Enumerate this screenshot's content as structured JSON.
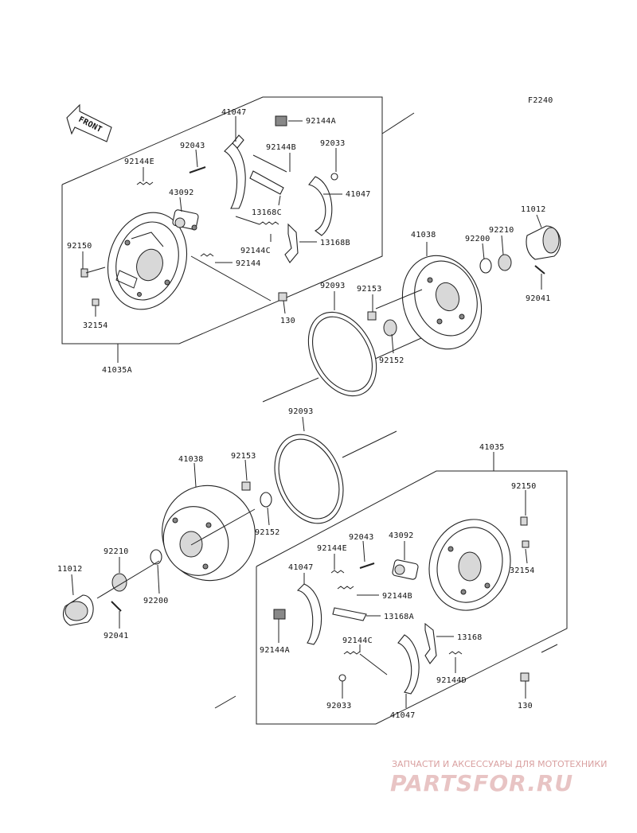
{
  "diagram_code": "F2240",
  "front_label": "FRONT",
  "labels": {
    "l41047a": "41047",
    "l92144a_t": "92144A",
    "l92043_t": "92043",
    "l92144b_t": "92144B",
    "l92033_t": "92033",
    "l92144e_t": "92144E",
    "l43092_t": "43092",
    "l41047b": "41047",
    "l13168c": "13168C",
    "l92144c_t": "92144C",
    "l13168b": "13168B",
    "l92150_t": "92150",
    "l92144_t": "92144",
    "l32154_t": "32154",
    "l130_t": "130",
    "l41035a": "41035A",
    "l41038_t": "41038",
    "l92093_t": "92093",
    "l92153_t": "92153",
    "l92152_t": "92152",
    "l11012_t": "11012",
    "l92200_t": "92200",
    "l92210_t": "92210",
    "l92041_t": "92041",
    "l92093_b": "92093",
    "l41038_b": "41038",
    "l92153_b": "92153",
    "l92152_b": "92152",
    "l41035_b": "41035",
    "l92150_b": "92150",
    "l32154_b": "32154",
    "l92043_b": "92043",
    "l43092_b": "43092",
    "l92144e_b": "92144E",
    "l41047c": "41047",
    "l92144b_b": "92144B",
    "l13168a": "13168A",
    "l92210_b": "92210",
    "l11012_b": "11012",
    "l92200_b": "92200",
    "l92041_b": "92041",
    "l92144a_b": "92144A",
    "l92144c_b": "92144C",
    "l13168_b": "13168",
    "l92144d": "92144D",
    "l92033_b": "92033",
    "l41047d": "41047",
    "l130_b": "130"
  },
  "watermark": {
    "caption": "ЗАПЧАСТИ И АКСЕССУАРЫ ДЛЯ МОТОТЕХНИКИ",
    "brand": "PARTSFOR.RU"
  }
}
